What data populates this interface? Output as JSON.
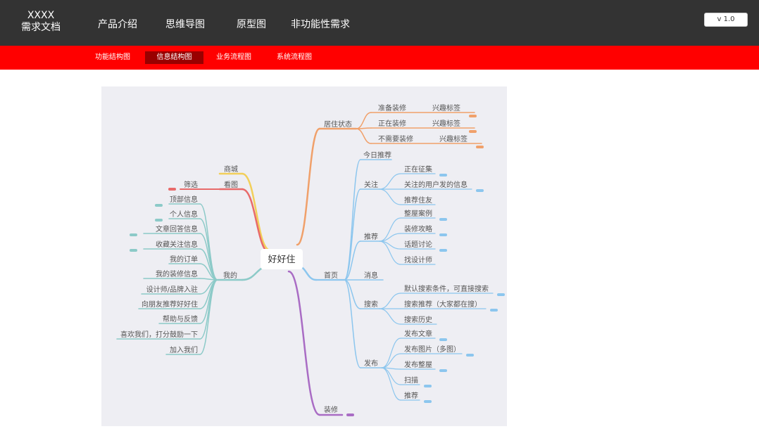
{
  "header": {
    "brand_line1": "XXXX",
    "brand_line2": "需求文档",
    "nav": [
      "产品介绍",
      "思维导图",
      "原型图",
      "非功能性需求"
    ],
    "version": "v 1.0"
  },
  "subnav": {
    "items": [
      "功能结构图",
      "信息结构图",
      "业务流程图",
      "系统流程图"
    ],
    "active_index": 1
  },
  "colors": {
    "header_bg": "#333333",
    "subnav_bg": "#ff0000",
    "subnav_active": "#990000",
    "branch_orange": "#f0a06a",
    "branch_blue": "#8cc6ee",
    "branch_teal": "#8ccac8",
    "branch_purple": "#a96cc4",
    "branch_red": "#e86a6a",
    "branch_yellow": "#f2cf5a"
  },
  "mindmap": {
    "root": "好好住",
    "branches": {
      "juzhu": {
        "label": "居住状态",
        "children": [
          {
            "label": "准备装修",
            "sub": "兴趣标签"
          },
          {
            "label": "正在装修",
            "sub": "兴趣标签"
          },
          {
            "label": "不需要装修",
            "sub": "兴趣标签"
          }
        ]
      },
      "shouye": {
        "label": "首页",
        "jinri": "今日推荐",
        "guanzhu": {
          "label": "关注",
          "children": [
            "正在征集",
            "关注的用户发的信息",
            "推荐住友"
          ]
        },
        "tuijian": {
          "label": "推荐",
          "children": [
            "整屋案例",
            "装修攻略",
            "话题讨论",
            "找设计师"
          ]
        },
        "xiaoxi": "消息",
        "sousuo": {
          "label": "搜索",
          "children": [
            "默认搜索条件，可直接搜索",
            "搜索推荐（大家都在搜）",
            "搜索历史"
          ]
        },
        "fabu": {
          "label": "发布",
          "children": [
            "发布文章",
            "发布图片（多图）",
            "发布整屋",
            "扫描",
            "推荐"
          ]
        }
      },
      "zhuangxiu": {
        "label": "装修"
      },
      "shangcheng": {
        "label": "商城"
      },
      "kantu": {
        "label": "看图",
        "child": "筛选"
      },
      "wode": {
        "label": "我的",
        "children": [
          "顶部信息",
          "个人信息",
          "文章回答信息",
          "收藏关注信息",
          "我的订单",
          "我的装修信息",
          "设计师/品牌入驻",
          "向朋友推荐好好住",
          "帮助与反馈",
          "喜欢我们，打分鼓励一下",
          "加入我们"
        ]
      }
    }
  }
}
